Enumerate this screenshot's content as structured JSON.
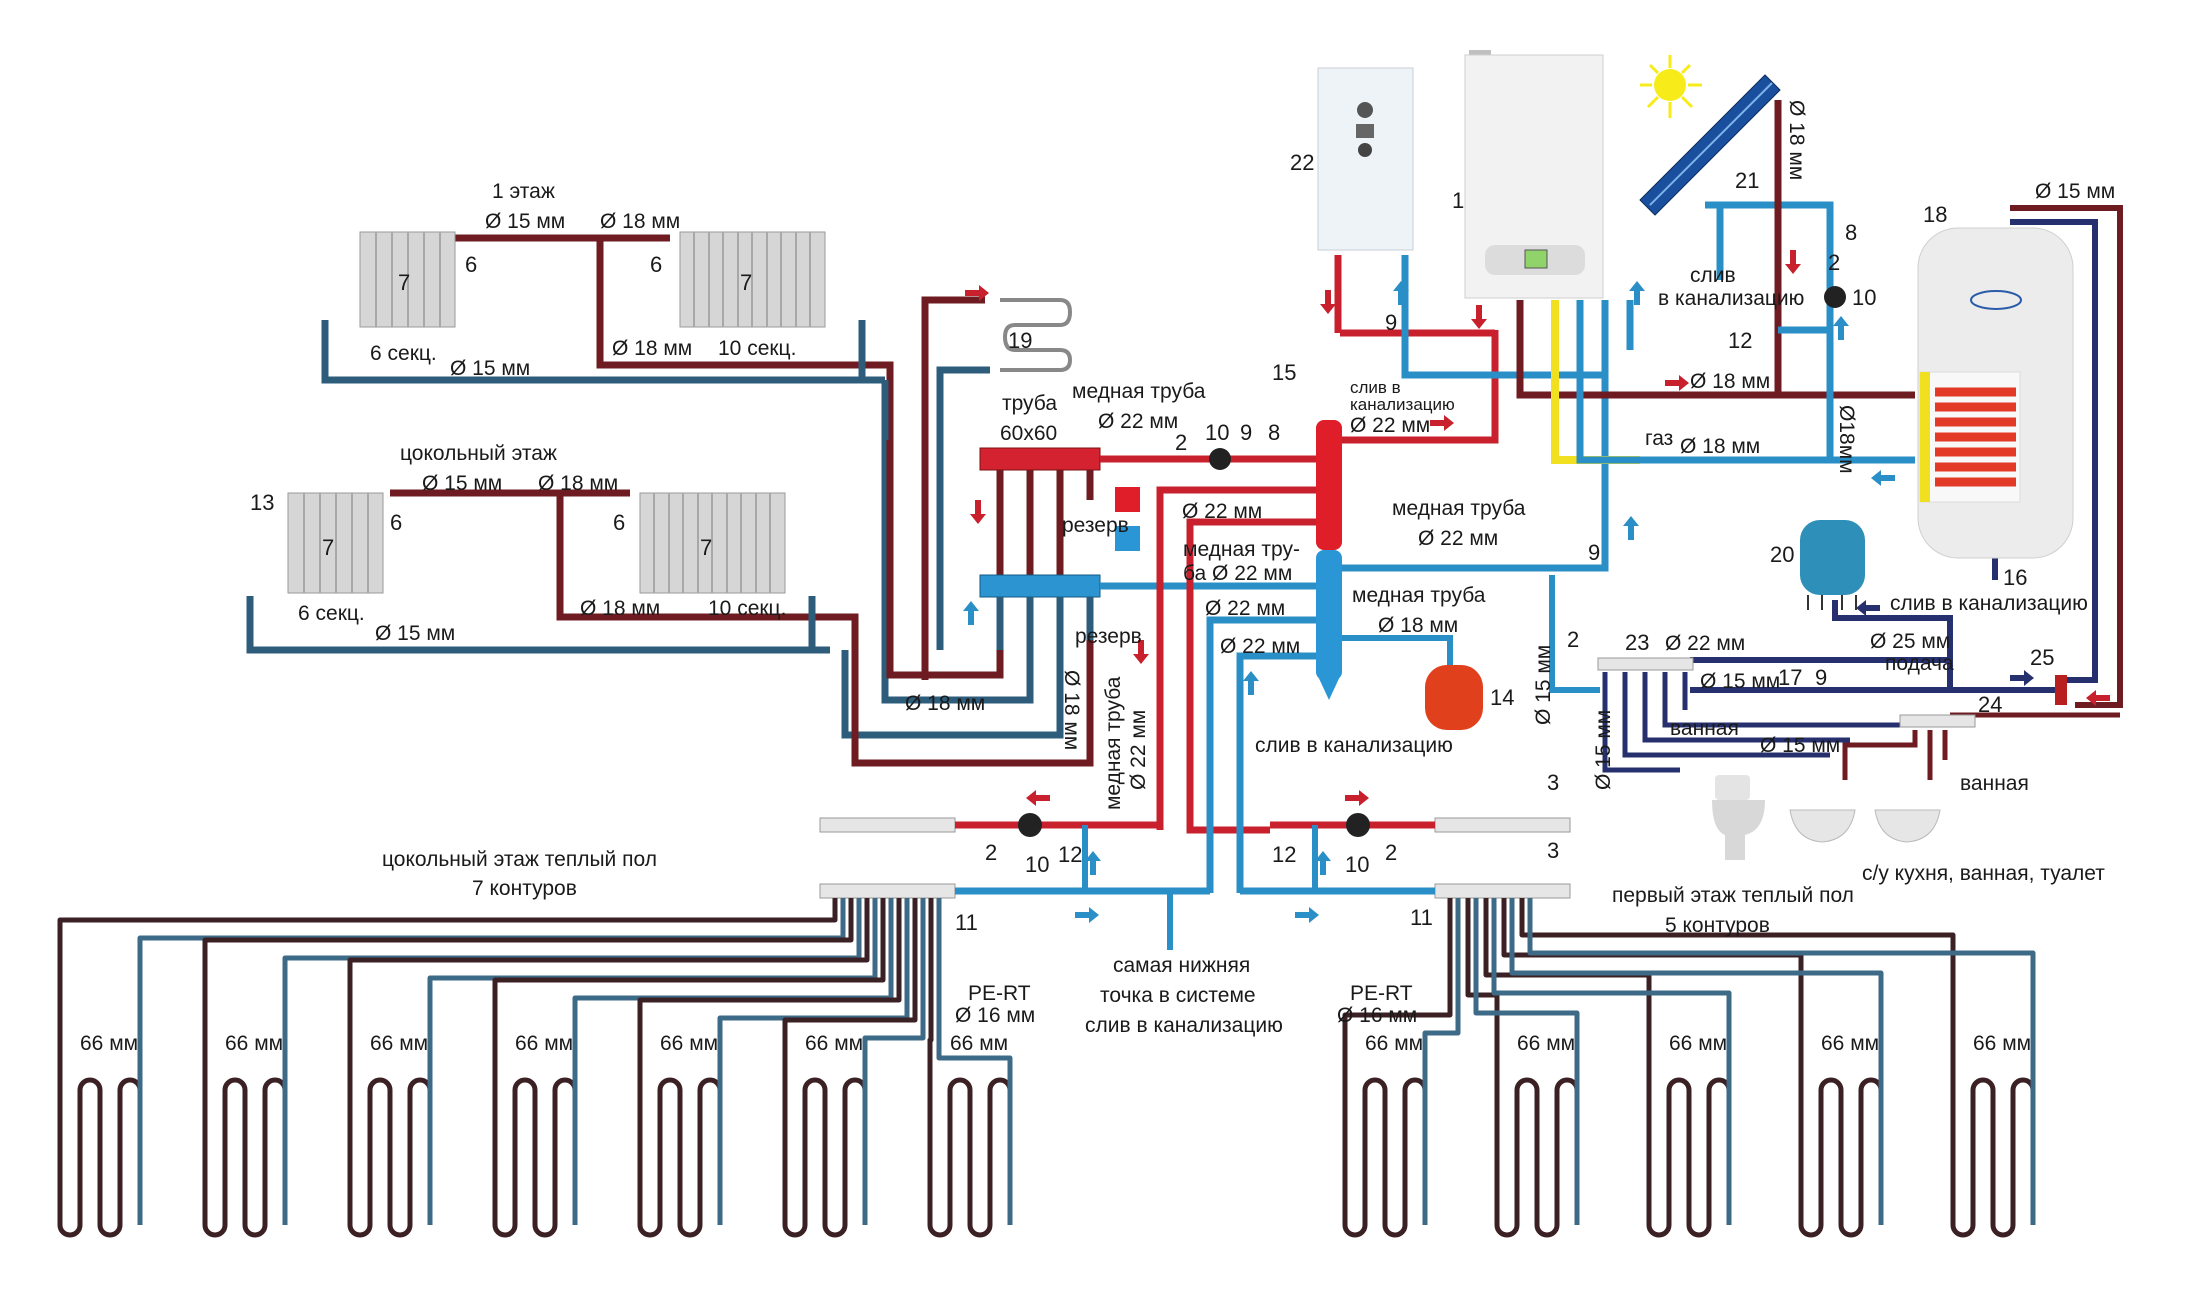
{
  "title": "Схема системы отопления и водоснабжения частного дома",
  "colors": {
    "supply_hot": "#c8202c",
    "supply_dark": "#6e1c22",
    "return_cold": "#2b8fc7",
    "return_dark": "#2d5d7b",
    "dhw_navy": "#26306e",
    "gas": "#f0e020",
    "expansion_red": "#e0401c",
    "expansion_blue": "#2e8fb8"
  },
  "components": {
    "boiler_gas": {
      "num": "1"
    },
    "boiler_electric": {
      "num": "22"
    },
    "solar_collector": {
      "num": "21",
      "icon": "sun-icon"
    },
    "dhw_tank": {
      "num": "18",
      "drain_num": "16",
      "drain_label": "слив в канализацию"
    },
    "expansion_tank_heating": {
      "num": "14"
    },
    "expansion_tank_water": {
      "num": "20"
    },
    "hydro_arrow": {
      "drain_label": "слив в канализацию"
    },
    "safety_group": {
      "num": "15",
      "drain_label_1": "слив в",
      "drain_label_2": "канализацию"
    },
    "towel_rail": {
      "num": "19"
    }
  },
  "radiators": {
    "floor1": {
      "title": "1 этаж",
      "pipe_a": "Ø 15 мм",
      "pipe_b": "Ø 18 мм",
      "return_a": "Ø 15 мм",
      "return_b": "Ø 18 мм",
      "left": {
        "num": "7",
        "valve_num": "6",
        "sections": "6 секц."
      },
      "right": {
        "num": "7",
        "valve_num": "6",
        "sections": "10 секц."
      }
    },
    "basement": {
      "title": "цокольный этаж",
      "pipe_a": "Ø 15 мм",
      "pipe_b": "Ø 18 мм",
      "return_a": "Ø 15 мм",
      "return_b": "Ø 18 мм",
      "air_vent_num": "13",
      "left": {
        "num": "7",
        "valve_num": "6",
        "sections": "6 секц."
      },
      "right": {
        "num": "7",
        "valve_num": "6",
        "sections": "10 секц."
      }
    }
  },
  "labels": {
    "pipe_60": [
      "труба",
      "60x60"
    ],
    "copper_22_top": [
      "медная труба",
      "Ø 22 мм"
    ],
    "pump_group_top": [
      "2",
      "10",
      "9",
      "8"
    ],
    "reserve_1": "резерв",
    "reserve_2": "резерв",
    "d22_a": "Ø 22 мм",
    "copper_22_mid": [
      "медная тру-",
      "ба Ø 22 мм"
    ],
    "d22_b": "Ø 22 мм",
    "d22_c": "Ø 22 мм",
    "d18_collector": "Ø 18 мм",
    "d18_vertical": "Ø 18 мм",
    "copper_22_vertical": [
      "медная труба",
      "Ø 22 мм"
    ],
    "copper_22_right": [
      "медная труба",
      "Ø 22 мм"
    ],
    "copper_18_right": [
      "медная труба",
      "Ø 18 мм"
    ],
    "drain_hydro": "слив в канализацию",
    "d22_boiler": "Ø 22 мм",
    "gas": "газ",
    "d18_dhw_hot": "Ø 18 мм",
    "d18_dhw_cold": "Ø 18 мм",
    "d18_tank_vertical": "Ø18мм",
    "d18_solar": "Ø 18 мм",
    "d15_tank": "Ø 15 мм",
    "solar_drain": [
      "слив",
      "в канализацию"
    ],
    "solar_group": {
      "v8": "8",
      "v2": "2",
      "pump10": "10",
      "v12": "12"
    },
    "filter9_boiler": "9",
    "filter9_mid": "9",
    "check2_mid": "2",
    "d15_vertical": "Ø 15 мм",
    "d15_vertical_2": "Ø 15 мм",
    "collector23": "23",
    "d22_water": "Ø 22 мм",
    "d25_water": "Ø 25 мм",
    "supply": "подача",
    "reducer17": "17",
    "filter9_water": "9",
    "d15_water": "Ø 15 мм",
    "d15_water_2": "Ø 15 мм",
    "bath_1": "ванная",
    "bath_2": "ванная",
    "collector24": "24",
    "mixer25": "25",
    "sanitary": "с/у кухня, ванная, туалет"
  },
  "underfloor": {
    "left": {
      "title": [
        "цокольный этаж теплый пол",
        "7 контуров"
      ],
      "pipe": [
        "PE-RT",
        "Ø 16 мм"
      ],
      "manifold_num": "11",
      "pump_group": {
        "check": "2",
        "pump": "10",
        "mixer": "12"
      },
      "loops": [
        "66 мм",
        "66 мм",
        "66 мм",
        "66 мм",
        "66 мм",
        "66 мм",
        "66 мм"
      ]
    },
    "right": {
      "title": [
        "первый этаж теплый пол",
        "5 контуров"
      ],
      "pipe": [
        "PE-RT",
        "Ø 16 мм"
      ],
      "manifold_num": "11",
      "air_vent_num": "3",
      "pump_group": {
        "check": "2",
        "pump": "10",
        "mixer": "12"
      },
      "loops": [
        "66 мм",
        "66 мм",
        "66 мм",
        "66 мм",
        "66 мм"
      ]
    },
    "drain_point": [
      "самая нижняя",
      "точка в системе",
      "слив в канализацию"
    ]
  }
}
